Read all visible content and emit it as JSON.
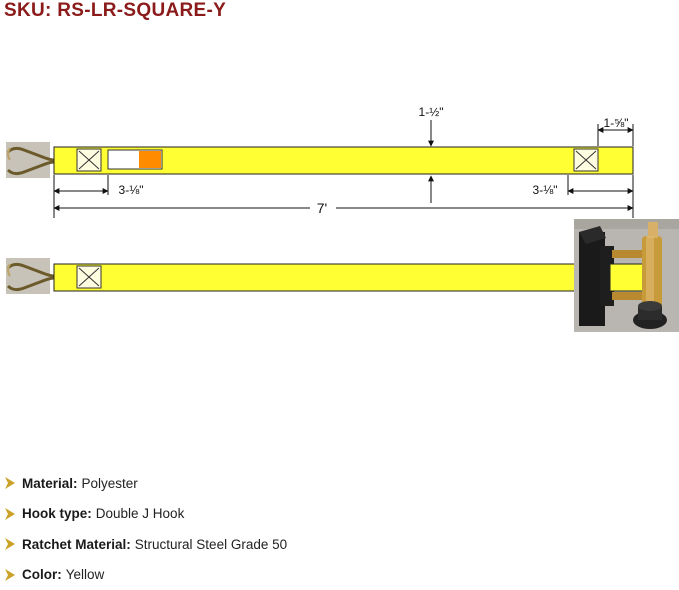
{
  "sku": "SKU: RS-LR-SQUARE-Y",
  "colors": {
    "strap": "#ffff33",
    "strap_outline": "#222222",
    "sku_text": "#8b1a1a",
    "bullet": "#c9a227",
    "orange_tag": "#ff8c00"
  },
  "dimensions": {
    "width": "1-½\"",
    "end_width": "1-⅝\"",
    "left_offset": "3-⅛\"",
    "right_offset": "3-⅛\"",
    "length": "7'"
  },
  "specs": [
    {
      "label": "Material:",
      "value": "Polyester"
    },
    {
      "label": "Hook type:",
      "value": "Double J Hook"
    },
    {
      "label": "Ratchet Material:",
      "value": "Structural Steel Grade 50"
    },
    {
      "label": "Color:",
      "value": "Yellow"
    }
  ]
}
